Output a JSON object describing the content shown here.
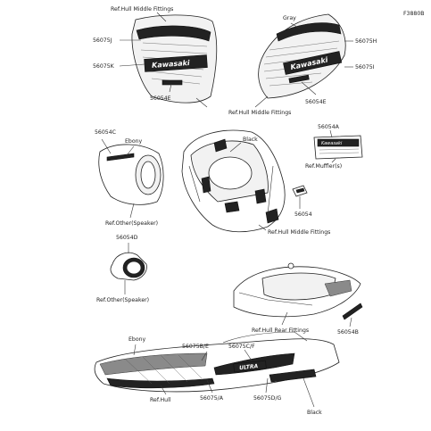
{
  "diagram_code": "F3880B",
  "callouts": {
    "c56075J": "56075J",
    "c56075K": "56075K",
    "c56054E_left": "56054E",
    "c56075H": "56075H",
    "c56075I": "56075I",
    "c56054E_right": "56054E",
    "c56054C": "56054C",
    "c56054A": "56054A",
    "c56054": "56054",
    "c56054D": "56054D",
    "c56054B": "56054B",
    "c56075B_E": "56075B/E",
    "c56075C_F": "56075C/F",
    "c56075A": "56075/A",
    "c56075D_G": "56075D/G"
  },
  "references": {
    "hull_middle_fittings_top": "Ref.Hull Middle Fittings",
    "hull_middle_fittings_mid": "Ref.Hull Middle Fittings",
    "hull_middle_fittings_frame": "Ref.Hull Middle Fittings",
    "muffler": "Ref.Muffler(s)",
    "speaker_1": "Ref.Other(Speaker)",
    "speaker_2": "Ref.Other(Speaker)",
    "hull_rear_fittings": "Ref.Hull Rear Fittings",
    "hull": "Ref.Hull"
  },
  "color_notes": {
    "gray": "Gray",
    "ebony_speaker": "Ebony",
    "black_frame": "Black",
    "ebony_hull": "Ebony",
    "black_hull": "Black"
  },
  "decal_text": {
    "brand_left": "Kawasaki",
    "brand_right": "Kawasaki",
    "muffler_brand": "Kawasaki",
    "hull_brand": "ULTRA"
  }
}
